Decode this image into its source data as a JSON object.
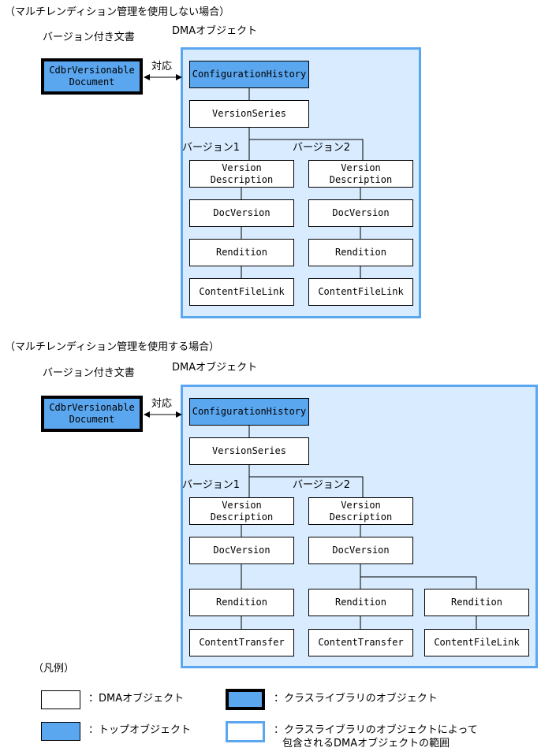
{
  "colors": {
    "top_object": "#5aa6ef",
    "region_fill": "#d9ebff",
    "region_border": "#5aa6ef",
    "line": "#000000"
  },
  "diagram1": {
    "heading": "（マルチレンディション管理を使用しない場合）",
    "doc_label": "バージョン付き文書",
    "dma_label": "DMAオブジェクト",
    "relation": "対応",
    "cdbr": [
      "CdbrVersionable",
      "Document"
    ],
    "config": "ConfigurationHistory",
    "series": "VersionSeries",
    "v1_label": "バージョン1",
    "v2_label": "バージョン2",
    "col1": {
      "desc": [
        "Version",
        "Description"
      ],
      "docversion": "DocVersion",
      "rendition": "Rendition",
      "content": "ContentFileLink"
    },
    "col2": {
      "desc": [
        "Version",
        "Description"
      ],
      "docversion": "DocVersion",
      "rendition": "Rendition",
      "content": "ContentFileLink"
    }
  },
  "diagram2": {
    "heading": "（マルチレンディション管理を使用する場合）",
    "doc_label": "バージョン付き文書",
    "dma_label": "DMAオブジェクト",
    "relation": "対応",
    "cdbr": [
      "CdbrVersionable",
      "Document"
    ],
    "config": "ConfigurationHistory",
    "series": "VersionSeries",
    "v1_label": "バージョン1",
    "v2_label": "バージョン2",
    "col1": {
      "desc": [
        "Version",
        "Description"
      ],
      "docversion": "DocVersion",
      "rendition": "Rendition",
      "content": "ContentTransfer"
    },
    "col2": {
      "desc": [
        "Version",
        "Description"
      ],
      "docversion": "DocVersion",
      "rendition": "Rendition",
      "content": "ContentTransfer"
    },
    "col3": {
      "rendition": "Rendition",
      "content": "ContentFileLink"
    }
  },
  "legend": {
    "title": "（凡例）",
    "dma_object": "：DMAオブジェクト",
    "top_object": "：トップオブジェクト",
    "class_library_object": "：クラスライブラリのオブジェクト",
    "scope_line1": "：クラスライブラリのオブジェクトによって",
    "scope_line2": "包含されるDMAオブジェクトの範囲"
  }
}
